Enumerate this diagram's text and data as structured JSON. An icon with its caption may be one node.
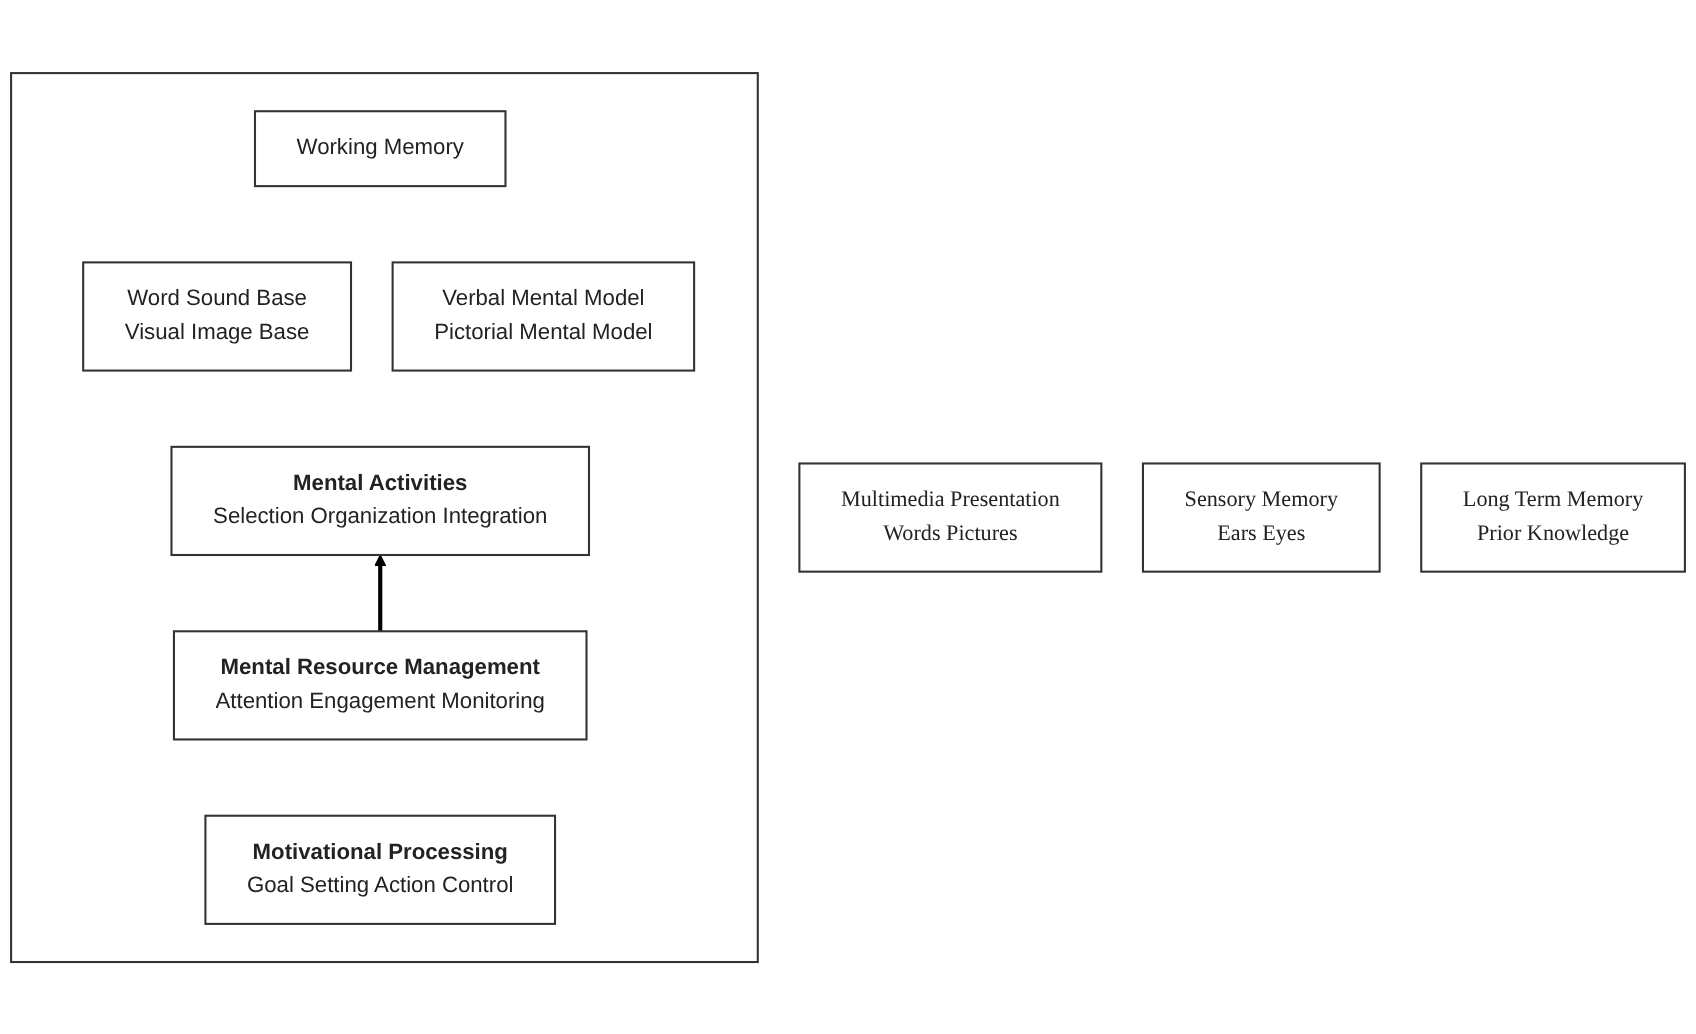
{
  "diagram": {
    "nodes": [
      {
        "text": [
          "Multimedia Presentation",
          "Words Pictures"
        ]
      },
      {
        "text": [
          "Sensory Memory",
          "Ears Eyes"
        ]
      },
      {
        "text": [],
        "shape": "box"
      },
      {
        "text": [
          "Working Memory"
        ],
        "in": 2
      },
      {
        "text": [
          "Word Sound Base",
          "Visual Image Base"
        ],
        "in": 2
      },
      {
        "text": [
          "Verbal Mental Model",
          "Pictorial Mental Model"
        ],
        "in": 2
      },
      {
        "text": [
          "Mental Activities",
          "Selection Organization Integration"
        ],
        "in": 2
      },
      {
        "text": [
          "Mental Resource Management",
          "Attention Engagement Monitoring"
        ],
        "in": 2
      },
      {
        "text": [
          "Motivational Processing",
          "Goal Setting Action Control"
        ],
        "in": 2
      },
      {
        "text": [
          "Long Term Memory",
          "Prior Knowledge"
        ]
      }
    ],
    "edges": [
      {
        "from": 7,
        "to": 6,
        "arrow": "to"
      }
    ]
  }
}
